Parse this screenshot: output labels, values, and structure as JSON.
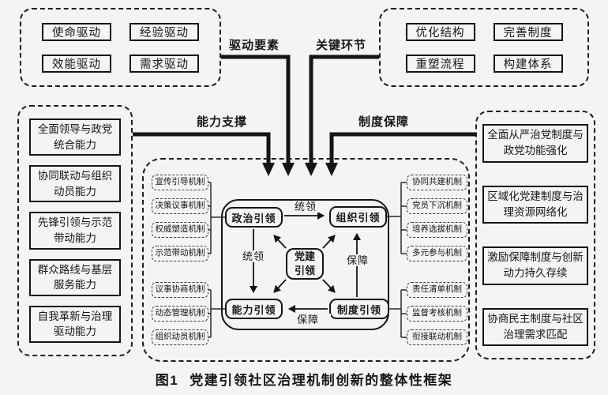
{
  "top_left_panel": {
    "items": [
      "使命驱动",
      "经验驱动",
      "效能驱动",
      "需求驱动"
    ]
  },
  "top_right_panel": {
    "items": [
      "优化结构",
      "完善制度",
      "重塑流程",
      "构建体系"
    ]
  },
  "left_panel": {
    "items": [
      "全面领导与政党统合能力",
      "协同联动与组织动员能力",
      "先锋引领与示范带动能力",
      "群众路线与基层服务能力",
      "自我革新与治理驱动能力"
    ]
  },
  "right_panel": {
    "items": [
      "全面从严治党制度与政党功能强化",
      "区域化党建制度与治理资源网络化",
      "激励保障制度与创新动力持久存续",
      "协商民主制度与社区治理需求匹配"
    ]
  },
  "flow_labels": {
    "drive": "驱动要素",
    "key_link": "关键环节",
    "capability_support": "能力支撑",
    "institution_guarantee": "制度保障"
  },
  "center": {
    "core": "党建引领",
    "political": "政治引领",
    "organizational": "组织引领",
    "capability": "能力引领",
    "institutional": "制度引领",
    "relation_labels": {
      "lead_top": "统领",
      "lead_left": "统领",
      "guarantee_right": "保障",
      "guarantee_bottom": "保障"
    },
    "left_top_mechanisms": [
      "宣传引导机制",
      "决策议事机制",
      "权威塑造机制",
      "示范带动机制"
    ],
    "left_bottom_mechanisms": [
      "议事协商机制",
      "动态管理机制",
      "组织动员机制"
    ],
    "right_top_mechanisms": [
      "协同共建机制",
      "党员下沉机制",
      "培养选拔机制",
      "多元参与机制"
    ],
    "right_bottom_mechanisms": [
      "责任清单机制",
      "监督考核机制",
      "衔接联动机制"
    ]
  },
  "caption": {
    "label": "图1",
    "title": "党建引领社区治理机制创新的整体性框架"
  },
  "colors": {
    "ink": "#161616",
    "background": "#f5f4f2"
  }
}
